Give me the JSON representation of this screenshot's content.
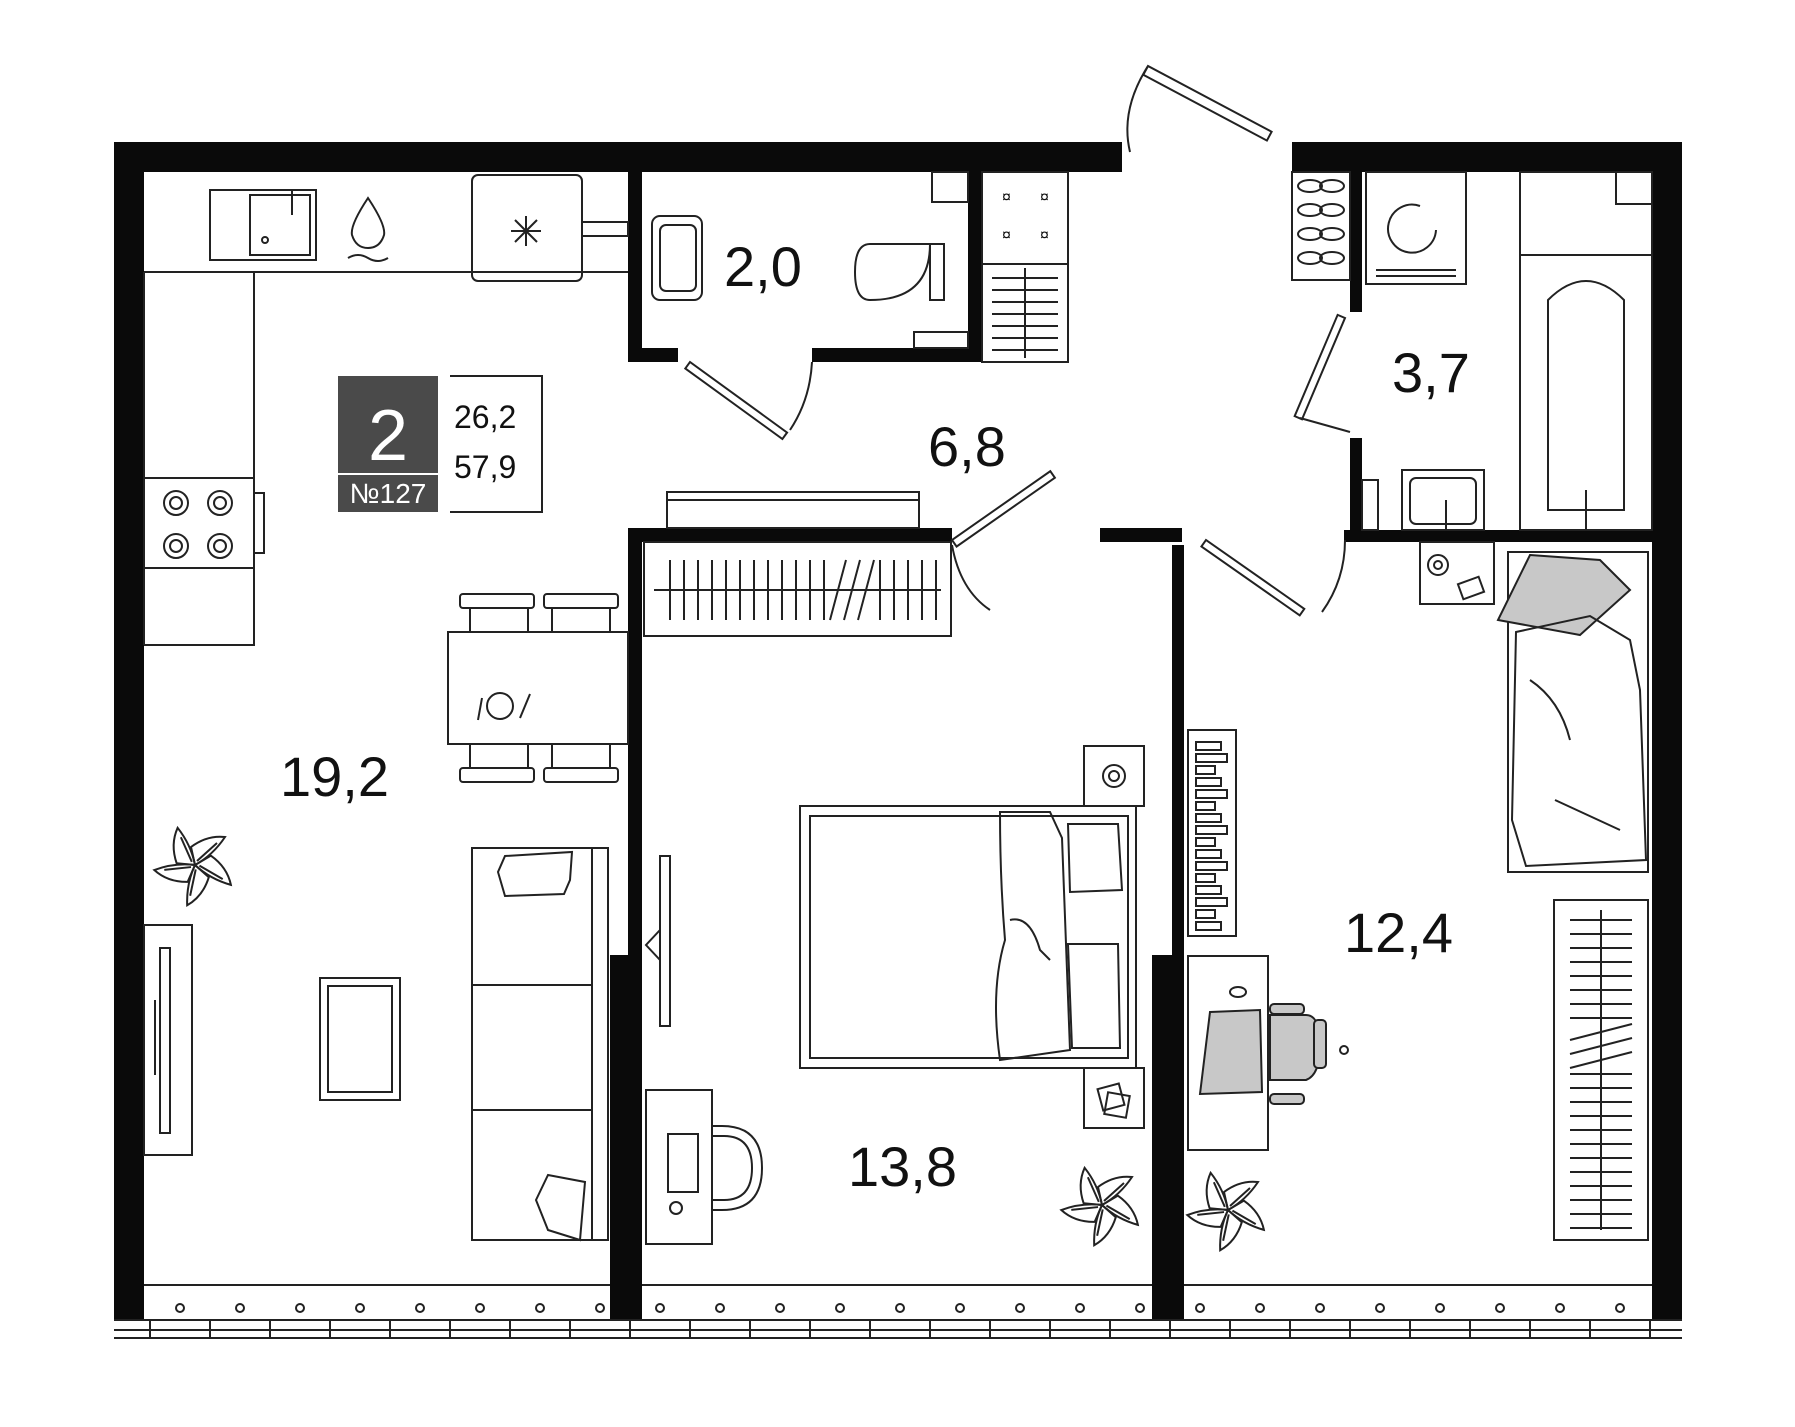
{
  "apartment": {
    "rooms_count": "2",
    "number": "№127",
    "living_area": "26,2",
    "total_area": "57,9",
    "badge_color": "#4a4a4a"
  },
  "rooms": [
    {
      "id": "living-kitchen",
      "area": "19,2"
    },
    {
      "id": "wc",
      "area": "2,0"
    },
    {
      "id": "hall",
      "area": "6,8"
    },
    {
      "id": "bathroom",
      "area": "3,7"
    },
    {
      "id": "bedroom",
      "area": "13,8"
    },
    {
      "id": "room-2",
      "area": "12,4"
    }
  ],
  "icons": {
    "kitchen_sink": "sink-icon",
    "water": "water-drop-icon",
    "fridge": "snowflake-icon",
    "hob": "cooktop-icon",
    "washer": "washing-machine-icon",
    "plants": "plant-icon"
  }
}
